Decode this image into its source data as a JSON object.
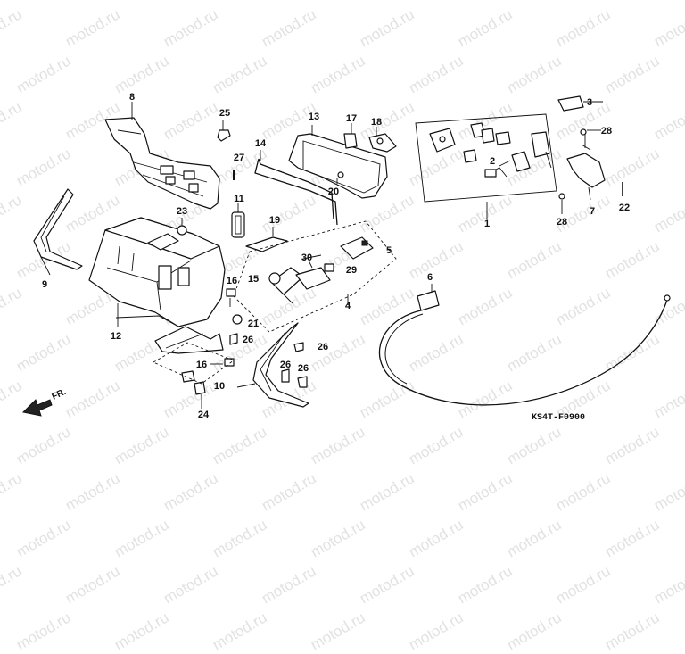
{
  "watermark": {
    "text": "motod.ru",
    "color": "#e2e2e2"
  },
  "diagram_code": "KS4T-F0900",
  "direction_label": "FR.",
  "callouts": [
    "1",
    "2",
    "3",
    "4",
    "5",
    "6",
    "7",
    "8",
    "9",
    "10",
    "11",
    "12",
    "13",
    "14",
    "15",
    "16",
    "16",
    "17",
    "18",
    "19",
    "20",
    "21",
    "22",
    "23",
    "24",
    "25",
    "26",
    "26",
    "26",
    "26",
    "27",
    "28",
    "28",
    "29",
    "30"
  ]
}
